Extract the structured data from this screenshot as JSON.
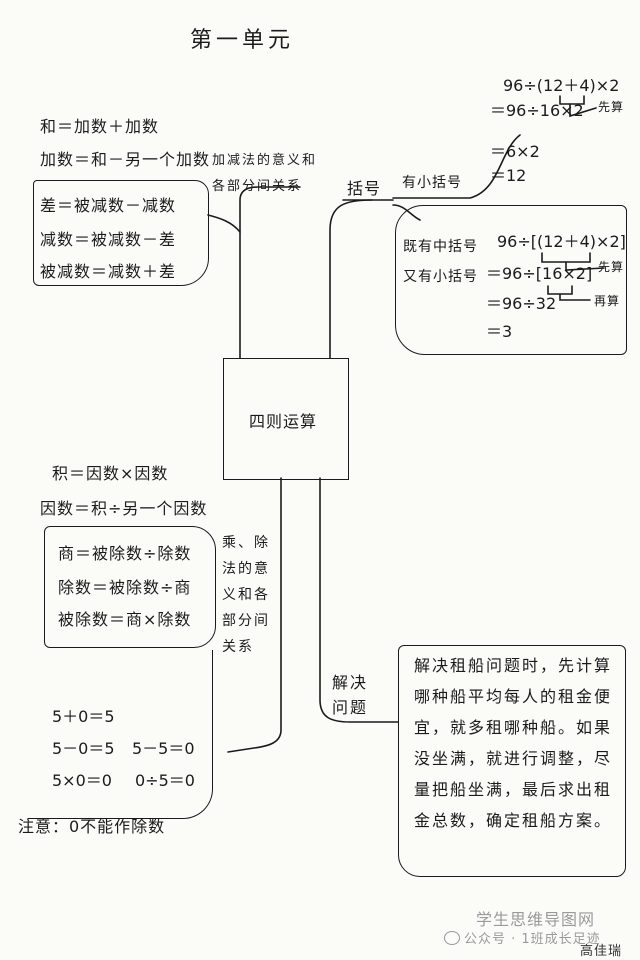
{
  "title": "第一单元",
  "center": "四则运算",
  "branch_add_sub": "加减法的意义和各部分间关系",
  "branch_mul_div": "乘、除法的意义和各部分间关系",
  "branch_brackets": "括号",
  "branch_solve": "解决问题",
  "add_formulas": [
    "和＝加数＋加数",
    "加数＝和－另一个加数"
  ],
  "sub_formulas": [
    "差＝被减数－减数",
    "减数＝被减数－差",
    "被减数＝减数＋差"
  ],
  "mul_formulas": [
    "积＝因数×因数",
    "因数＝积÷另一个因数"
  ],
  "div_formulas": [
    "商＝被除数÷除数",
    "除数＝被除数÷商",
    "被除数＝商×除数"
  ],
  "zero_examples": [
    "5＋0＝5",
    "5－0＝5",
    "5－5＝0",
    "5×0＝0",
    "0÷5＝0"
  ],
  "note": "注意：0不能作除数",
  "small_bracket": {
    "label": "有小括号",
    "steps": [
      "96÷(12＋4)×2",
      "＝96÷16×2",
      "＝6×2",
      "＝12"
    ],
    "tag": "先算"
  },
  "mid_bracket": {
    "label_1": "既有中括号",
    "label_2": "又有小括号",
    "steps": [
      "96÷[(12＋4)×2]",
      "＝96÷[16×2]",
      "＝96÷32",
      "＝3"
    ],
    "tag_1": "先算",
    "tag_2": "再算"
  },
  "solve_text": "解决租船问题时，先计算哪种船平均每人的租金便宜，就多租哪种船。如果没坐满，就进行调整，尽量把船坐满，最后求出租金总数，确定租船方案。",
  "watermark_1": "学生思维导图网",
  "watermark_2": "公众号 · 1班成长足迹",
  "author": "高佳瑞"
}
